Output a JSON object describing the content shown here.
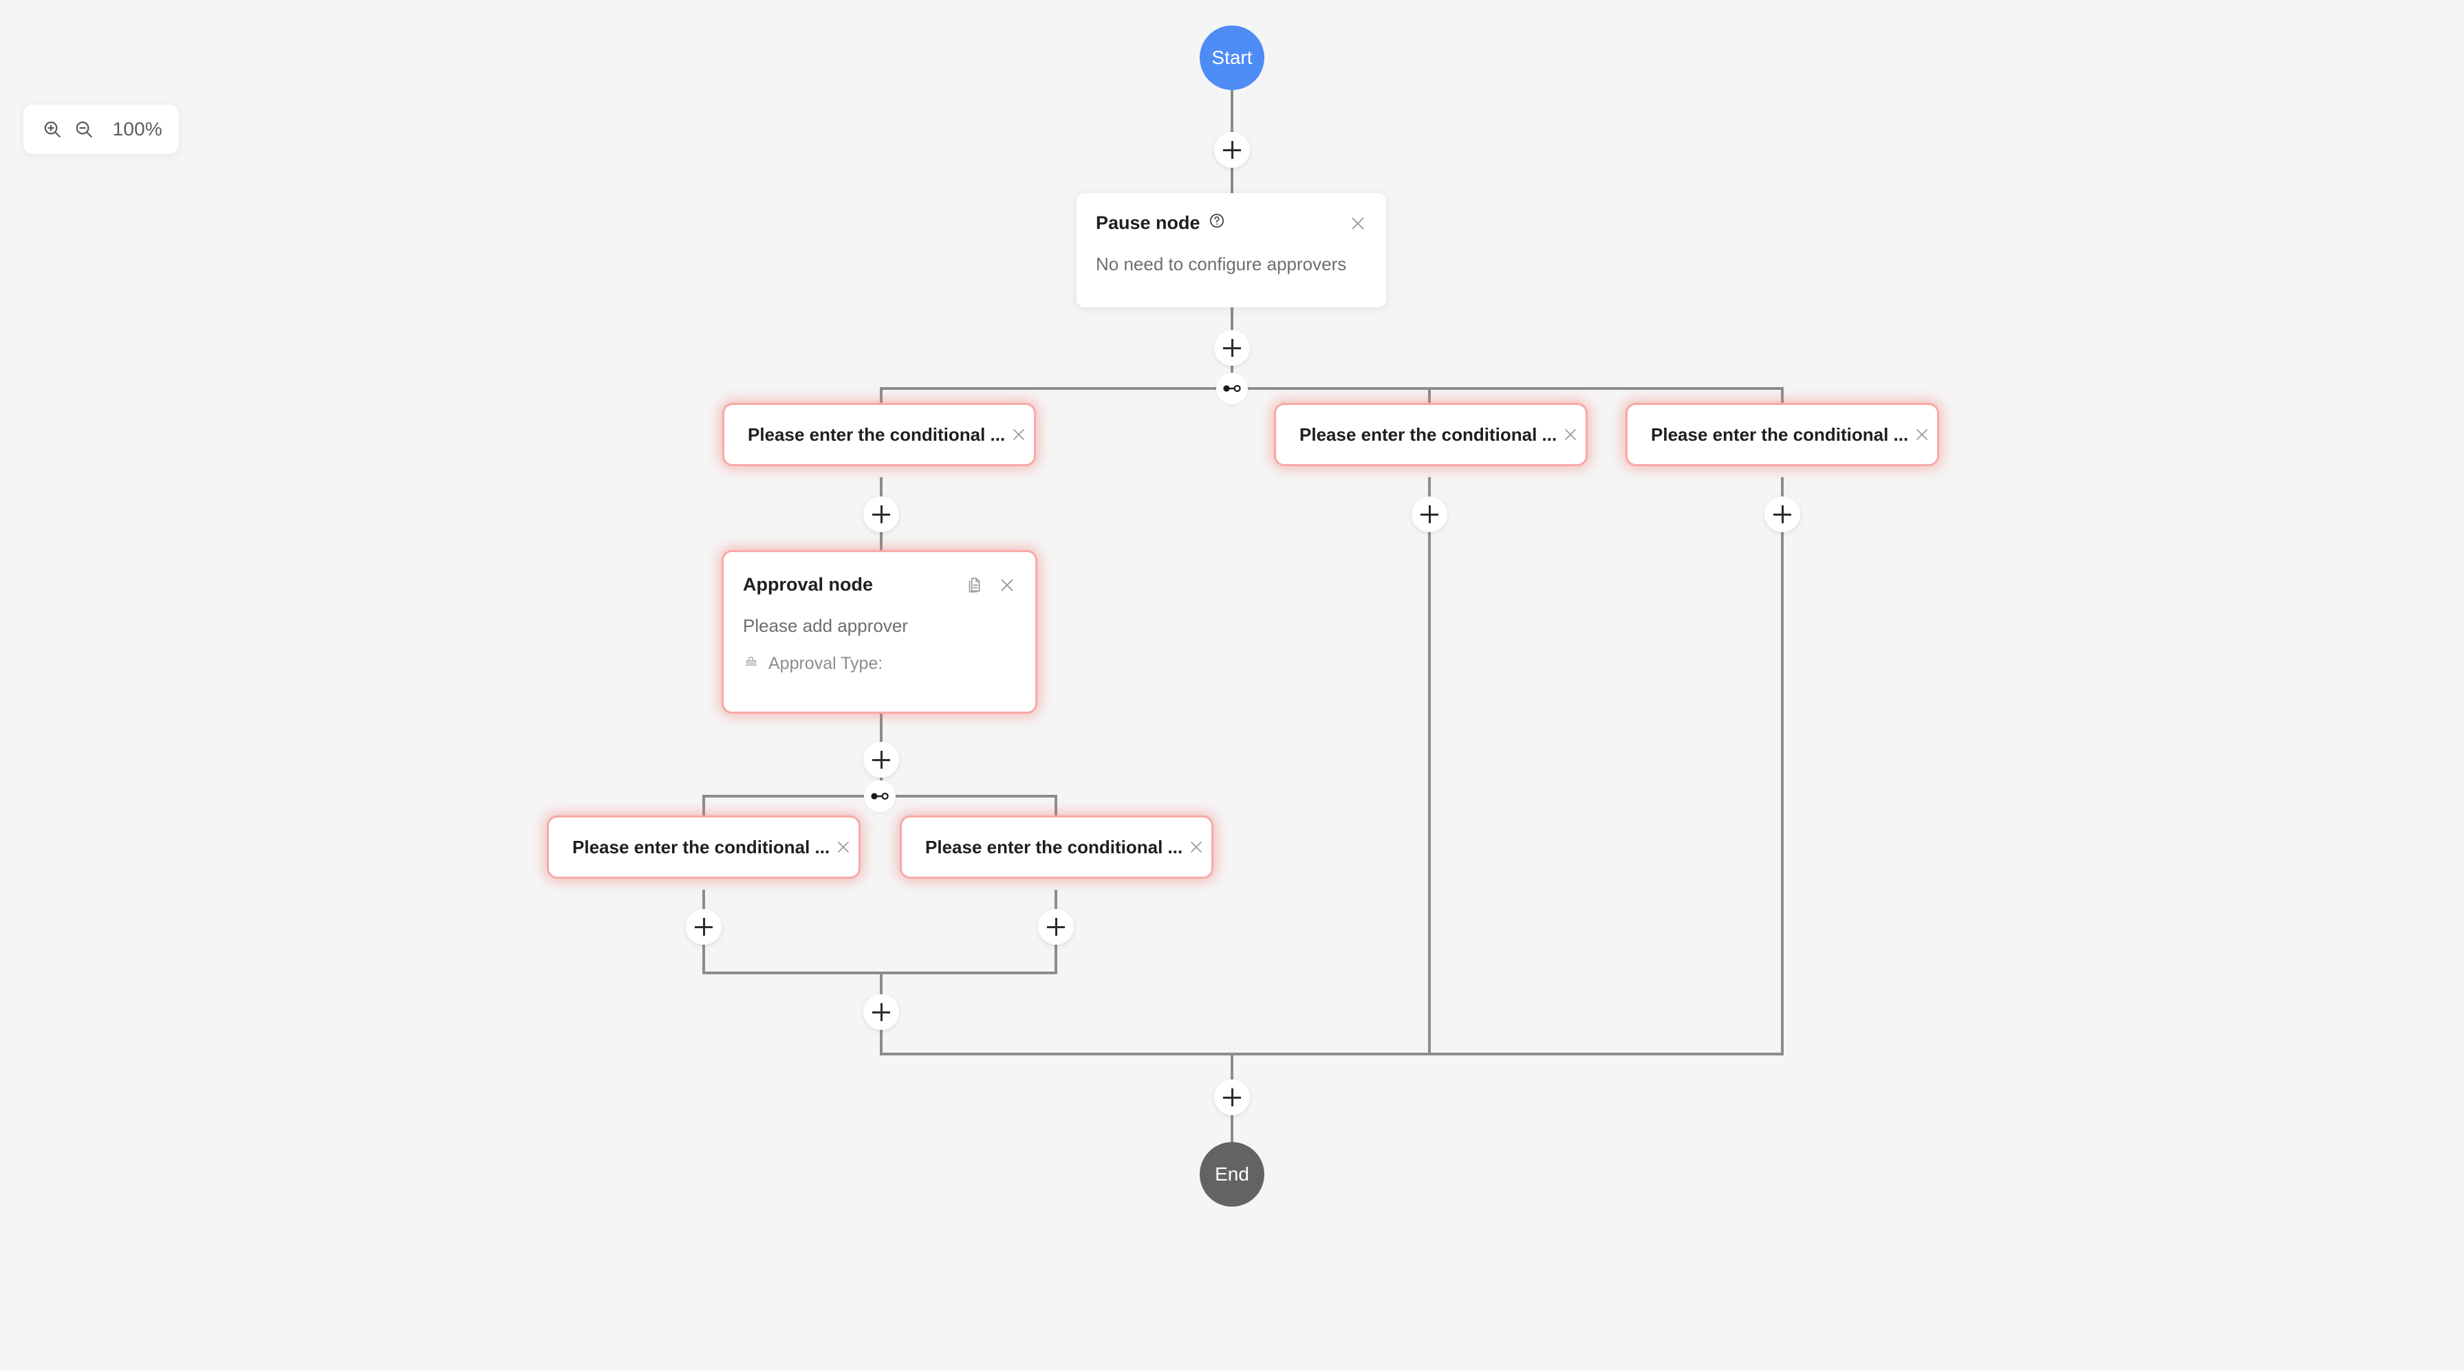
{
  "canvas": {
    "background": "#f5f5f5",
    "line_color": "#8c8c8c",
    "error_color": "#f8a9a4",
    "start_color": "#4e8cf5",
    "end_color": "#636363"
  },
  "toolbar": {
    "zoom_in_icon": "zoom-in-icon",
    "zoom_out_icon": "zoom-out-icon",
    "zoom_level": "100%"
  },
  "nodes": {
    "start": {
      "label": "Start"
    },
    "end": {
      "label": "End"
    },
    "pause": {
      "title": "Pause node",
      "help_icon": "help-circle-icon",
      "close_icon": "close-icon",
      "body": "No need to configure approvers"
    },
    "approval": {
      "title": "Approval node",
      "copy_icon": "copy-document-icon",
      "close_icon": "close-icon",
      "body": "Please add approver",
      "type_icon": "stamp-icon",
      "type_label": "Approval Type:"
    },
    "conditions": [
      {
        "label": "Please enter the conditional ...",
        "close_icon": "close-icon"
      },
      {
        "label": "Please enter the conditional ...",
        "close_icon": "close-icon"
      },
      {
        "label": "Please enter the conditional ...",
        "close_icon": "close-icon"
      },
      {
        "label": "Please enter the conditional ...",
        "close_icon": "close-icon"
      },
      {
        "label": "Please enter the conditional ...",
        "close_icon": "close-icon"
      }
    ]
  },
  "add_buttons": {
    "icon": "plus-icon",
    "count": 10
  },
  "branch_markers": {
    "icon": "branch-split-icon",
    "count": 2
  }
}
